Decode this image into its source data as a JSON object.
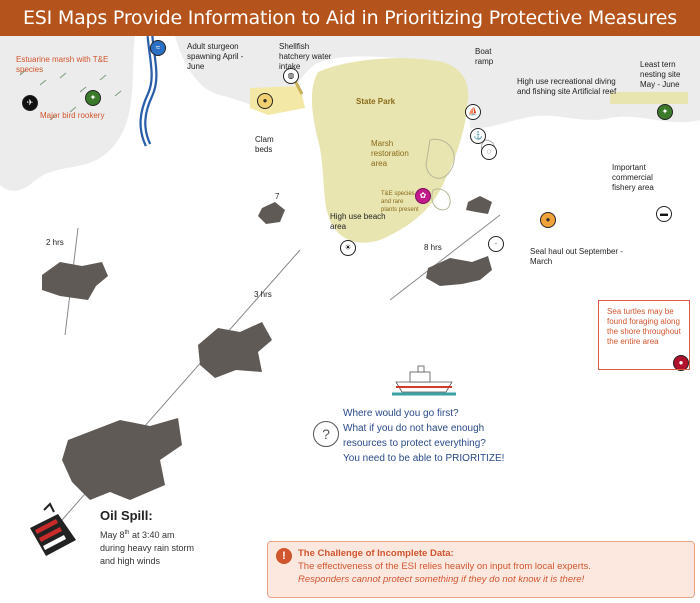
{
  "title": "ESI Maps Provide Information to Aid in Prioritizing Protective Measures",
  "labels": {
    "estuarine_marsh": "Estuarine marsh with T&E species",
    "major_bird_rookery": "Major bird rookery",
    "adult_sturgeon": "Adult sturgeon spawning April - June",
    "shellfish_hatchery": "Shellfish hatchery water intake",
    "clam_beds": "Clam beds",
    "state_park": "State Park",
    "boat_ramp": "Boat ramp",
    "high_use_recreational": "High use recreational diving and fishing site Artificial reef",
    "least_tern": "Least tern nesting site May - June",
    "marsh_restoration": "Marsh restoration area",
    "te_species_plants": "T&E species and rare plants present",
    "high_use_beach": "High use beach area",
    "commercial_fishery": "Important commercial fishery area",
    "seal_haul_out": "Seal haul out September - March",
    "hrs_2": "2 hrs",
    "hrs_3": "3 hrs",
    "hrs_8": "8 hrs",
    "num_7": "7"
  },
  "sea_turtles": "Sea turtles may be found foraging along the shore throughout the entire area",
  "questions": [
    "Where would you go first?",
    "What if you do not have enough",
    "resources to protect everything?",
    "You need to be able to PRIORITIZE!"
  ],
  "oil_spill": {
    "title": "Oil Spill:",
    "line1_pre": "May 8",
    "line1_sup": "th",
    "line1_post": " at 3:40 am",
    "line2": "during heavy rain storm",
    "line3": "and high winds"
  },
  "challenge": {
    "heading": "The Challenge of Incomplete Data:",
    "line1": "The effectiveness of the ESI relies heavily on input from local experts.",
    "line2": "Responders cannot protect something if they do not know it is there!"
  },
  "colors": {
    "title_bg": "#b4541c",
    "land_gray": "#ececec",
    "park_green": "#e8e5b0",
    "oil": "#5f5a55",
    "question_blue": "#2a4a8a",
    "warning_red": "#d1552e"
  }
}
